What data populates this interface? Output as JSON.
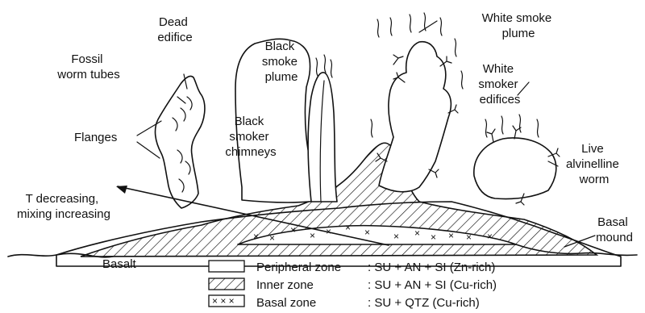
{
  "labels": {
    "dead_edifice": [
      "Dead",
      "edifice"
    ],
    "fossil_worm_tubes": [
      "Fossil",
      "worm tubes"
    ],
    "flanges": "Flanges",
    "black_smoke_plume": [
      "Black",
      "smoke",
      "plume"
    ],
    "black_smoker_chimneys": [
      "Black",
      "smoker",
      "chimneys"
    ],
    "white_smoke_plume": [
      "White smoke",
      "plume"
    ],
    "white_smoker_edifices": [
      "White",
      "smoker",
      "edifices"
    ],
    "live_alvinelline_worm": [
      "Live",
      "alvinelline",
      "worm"
    ],
    "t_decreasing": [
      "T decreasing,",
      "mixing increasing"
    ],
    "basal_mound": [
      "Basal",
      "mound"
    ],
    "basalt": "Basalt"
  },
  "legend": [
    {
      "zone": "Peripheral zone",
      "composition": ": SU + AN + SI (Zn-rich)",
      "pattern": "blank"
    },
    {
      "zone": "Inner zone",
      "composition": ": SU + AN + SI (Cu-rich)",
      "pattern": "hatched"
    },
    {
      "zone": "Basal zone",
      "composition": ": SU + QTZ (Cu-rich)",
      "pattern": "crosses",
      "swatch_text": "× × ×"
    }
  ]
}
